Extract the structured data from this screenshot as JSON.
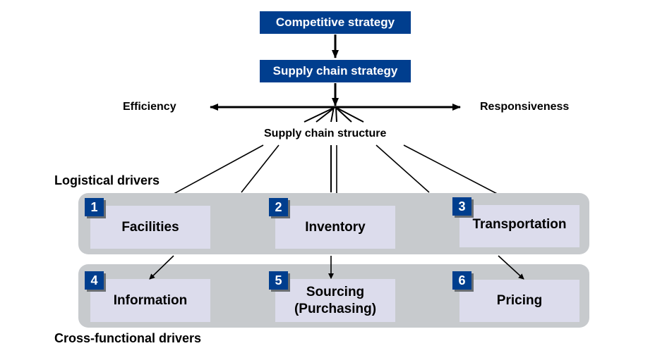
{
  "header": {
    "competitive_strategy": "Competitive strategy",
    "supply_chain_strategy": "Supply chain strategy"
  },
  "spectrum": {
    "left": "Efficiency",
    "right": "Responsiveness"
  },
  "structure_label": "Supply chain structure",
  "logistical": {
    "title": "Logistical drivers",
    "drivers": [
      {
        "number": "1",
        "label": "Facilities"
      },
      {
        "number": "2",
        "label": "Inventory"
      },
      {
        "number": "3",
        "label": "Transportation"
      }
    ]
  },
  "cross_functional": {
    "title": "Cross-functional drivers",
    "drivers": [
      {
        "number": "4",
        "label": "Information"
      },
      {
        "number": "5",
        "label": "Sourcing\n(Purchasing)"
      },
      {
        "number": "6",
        "label": "Pricing"
      }
    ]
  },
  "colors": {
    "navy": "#003e8e",
    "panel": "#c7cacd",
    "driver_box": "#dcdcec"
  }
}
